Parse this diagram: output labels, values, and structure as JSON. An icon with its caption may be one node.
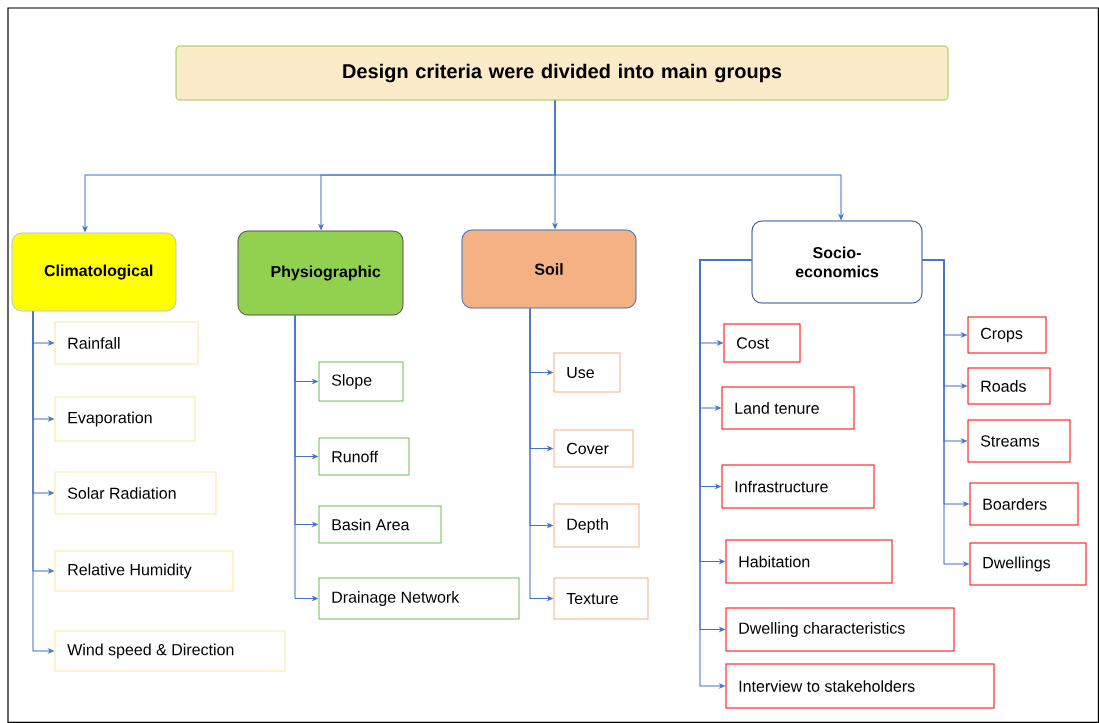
{
  "diagram": {
    "nodes": [
      {
        "text": [
          "Design criteria were divided into main groups"
        ]
      },
      {
        "text": [
          "Climatological"
        ]
      },
      {
        "text": [
          "Physiographic"
        ]
      },
      {
        "text": [
          "Soil"
        ]
      },
      {
        "text": [
          "Socio-economics"
        ]
      },
      {
        "text": [
          "Rainfall"
        ]
      },
      {
        "text": [
          "Evaporation"
        ]
      },
      {
        "text": [
          "Solar Radiation"
        ]
      },
      {
        "text": [
          "Relative Humidity"
        ]
      },
      {
        "text": [
          "Wind speed & Direction"
        ]
      },
      {
        "text": [
          "Slope"
        ]
      },
      {
        "text": [
          "Runoff"
        ]
      },
      {
        "text": [
          "Basin Area"
        ]
      },
      {
        "text": [
          "Drainage Network"
        ]
      },
      {
        "text": [
          "Use"
        ]
      },
      {
        "text": [
          "Cover"
        ]
      },
      {
        "text": [
          "Depth"
        ]
      },
      {
        "text": [
          "Texture"
        ]
      },
      {
        "text": [
          "Cost"
        ]
      },
      {
        "text": [
          "Land tenure"
        ]
      },
      {
        "text": [
          "Infrastructure"
        ]
      },
      {
        "text": [
          "Habitation"
        ]
      },
      {
        "text": [
          "Dwelling characteristics"
        ]
      },
      {
        "text": [
          "Interview to stakeholders"
        ]
      },
      {
        "text": [
          "Crops"
        ]
      },
      {
        "text": [
          "Roads"
        ]
      },
      {
        "text": [
          "Streams"
        ]
      },
      {
        "text": [
          "Boarders"
        ]
      },
      {
        "text": [
          "Dwellings"
        ]
      }
    ],
    "edges": [
      {
        "from": 0,
        "to": 1,
        "arrow": "to"
      },
      {
        "from": 0,
        "to": 2,
        "arrow": "to"
      },
      {
        "from": 0,
        "to": 3,
        "arrow": "to"
      },
      {
        "from": 0,
        "to": 4,
        "arrow": "to"
      },
      {
        "from": 1,
        "to": 5,
        "arrow": "to"
      },
      {
        "from": 1,
        "to": 6,
        "arrow": "to"
      },
      {
        "from": 1,
        "to": 7,
        "arrow": "to"
      },
      {
        "from": 1,
        "to": 8,
        "arrow": "to"
      },
      {
        "from": 1,
        "to": 9,
        "arrow": "to"
      },
      {
        "from": 2,
        "to": 10,
        "arrow": "to"
      },
      {
        "from": 2,
        "to": 11,
        "arrow": "to"
      },
      {
        "from": 2,
        "to": 12,
        "arrow": "to"
      },
      {
        "from": 2,
        "to": 13,
        "arrow": "to"
      },
      {
        "from": 3,
        "to": 14,
        "arrow": "to"
      },
      {
        "from": 3,
        "to": 15,
        "arrow": "to"
      },
      {
        "from": 3,
        "to": 16,
        "arrow": "to"
      },
      {
        "from": 3,
        "to": 17,
        "arrow": "to"
      },
      {
        "from": 4,
        "to": 18,
        "arrow": "to"
      },
      {
        "from": 4,
        "to": 19,
        "arrow": "to"
      },
      {
        "from": 4,
        "to": 20,
        "arrow": "to"
      },
      {
        "from": 4,
        "to": 21,
        "arrow": "to"
      },
      {
        "from": 4,
        "to": 22,
        "arrow": "to"
      },
      {
        "from": 4,
        "to": 23,
        "arrow": "to"
      },
      {
        "from": 4,
        "to": 24,
        "arrow": "to"
      },
      {
        "from": 4,
        "to": 25,
        "arrow": "to"
      },
      {
        "from": 4,
        "to": 26,
        "arrow": "to"
      },
      {
        "from": 4,
        "to": 27,
        "arrow": "to"
      },
      {
        "from": 4,
        "to": 28,
        "arrow": "to"
      }
    ]
  }
}
